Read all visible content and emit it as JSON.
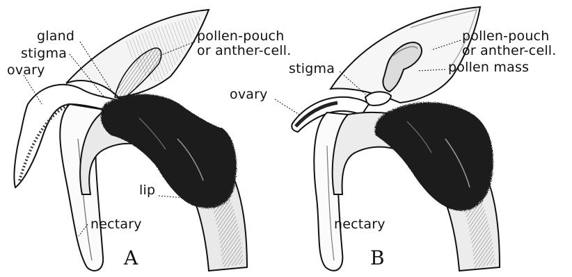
{
  "figure_a": {
    "letter": "A",
    "labels": {
      "gland": "gland",
      "stigma": "stigma",
      "ovary": "ovary",
      "pollen_pouch_1": "pollen-pouch",
      "pollen_pouch_2": "or anther-cell.",
      "lip": "lip",
      "nectary": "nectary"
    }
  },
  "figure_b": {
    "letter": "B",
    "labels": {
      "pollen_pouch_1": "pollen-pouch",
      "pollen_pouch_2": "or anther-cell.",
      "pollen_mass": "pollen mass",
      "stigma": "stigma",
      "ovary": "ovary",
      "nectary": "nectary"
    }
  },
  "colors": {
    "ink": "#111111",
    "dark_mass": "#1c1c1c",
    "shade": "#6a6a6a",
    "paper": "#ffffff"
  }
}
